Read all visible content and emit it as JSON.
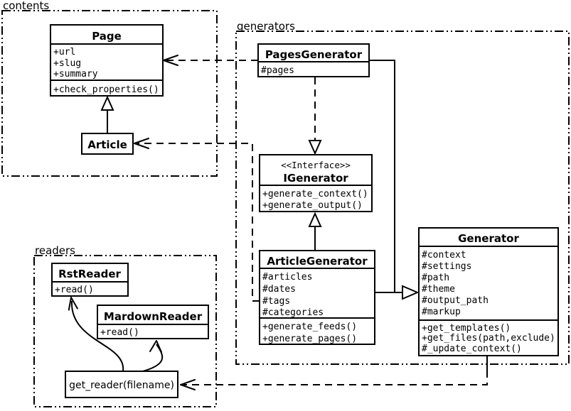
{
  "packages": {
    "contents": {
      "label": "contents"
    },
    "generators": {
      "label": "generators"
    },
    "readers": {
      "label": "readers"
    }
  },
  "classes": {
    "page": {
      "name": "Page",
      "attributes": [
        "+url",
        "+slug",
        "+summary"
      ],
      "methods": [
        "+check_properties()"
      ]
    },
    "article": {
      "name": "Article"
    },
    "pages_generator": {
      "name": "PagesGenerator",
      "attributes": [
        "#pages"
      ]
    },
    "igenerator": {
      "stereotype": "<<Interface>>",
      "name": "IGenerator",
      "methods": [
        "+generate_context()",
        "+generate_output()"
      ]
    },
    "article_generator": {
      "name": "ArticleGenerator",
      "attributes": [
        "#articles",
        "#dates",
        "#tags",
        "#categories"
      ],
      "methods": [
        "+generate_feeds()",
        "+generate_pages()"
      ]
    },
    "generator": {
      "name": "Generator",
      "attributes": [
        "#context",
        "#settings",
        "#path",
        "#theme",
        "#output_path",
        "#markup"
      ],
      "methods": [
        "+get_templates()",
        "+get_files(path,exclude)",
        "#_update_context()"
      ]
    },
    "rst_reader": {
      "name": "RstReader",
      "methods": [
        "+read()"
      ]
    },
    "mardown_reader": {
      "name": "MardownReader",
      "methods": [
        "+read()"
      ]
    },
    "get_reader": {
      "label": "get_reader(filename)"
    }
  },
  "relationships": [
    {
      "type": "inheritance",
      "from": "Article",
      "to": "Page"
    },
    {
      "type": "dependency",
      "from": "PagesGenerator",
      "to": "Page"
    },
    {
      "type": "dependency",
      "from": "ArticleGenerator",
      "to": "Article"
    },
    {
      "type": "realization",
      "from": "PagesGenerator",
      "to": "IGenerator"
    },
    {
      "type": "inheritance",
      "from": "ArticleGenerator",
      "to": "IGenerator"
    },
    {
      "type": "inheritance",
      "from": "PagesGenerator",
      "to": "Generator"
    },
    {
      "type": "inheritance",
      "from": "ArticleGenerator",
      "to": "Generator"
    },
    {
      "type": "dependency",
      "from": "Generator",
      "to": "get_reader(filename)"
    },
    {
      "type": "arrow",
      "from": "get_reader(filename)",
      "to": "RstReader"
    },
    {
      "type": "arrow",
      "from": "get_reader(filename)",
      "to": "MardownReader"
    }
  ],
  "colors": {
    "line": "#000000",
    "background": "#ffffff"
  }
}
